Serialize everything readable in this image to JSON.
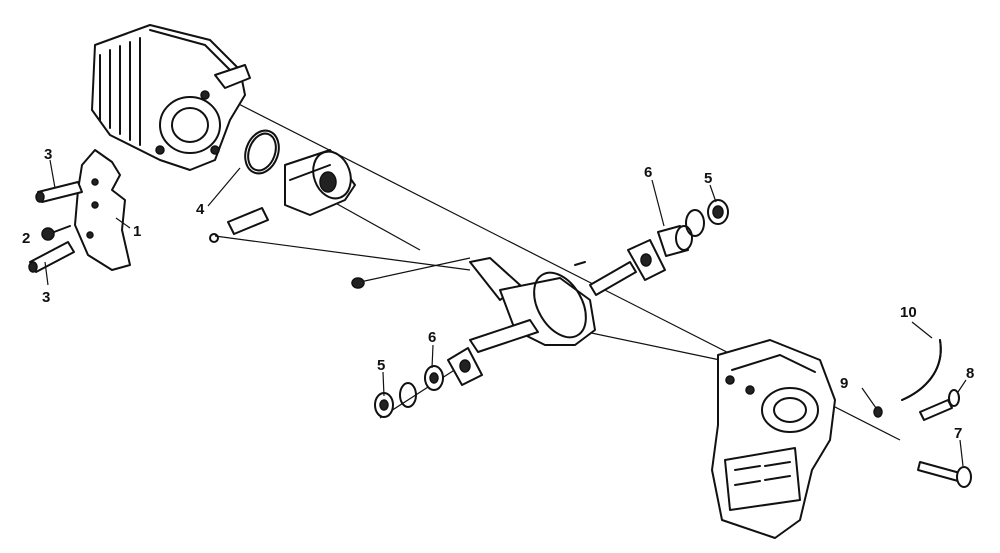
{
  "diagram": {
    "callouts": [
      {
        "id": "lbl-1",
        "text": "1"
      },
      {
        "id": "lbl-2",
        "text": "2"
      },
      {
        "id": "lbl-3a",
        "text": "3"
      },
      {
        "id": "lbl-3b",
        "text": "3"
      },
      {
        "id": "lbl-4",
        "text": "4"
      },
      {
        "id": "lbl-5a",
        "text": "5"
      },
      {
        "id": "lbl-5b",
        "text": "5"
      },
      {
        "id": "lbl-6a",
        "text": "6"
      },
      {
        "id": "lbl-6b",
        "text": "6"
      },
      {
        "id": "lbl-7",
        "text": "7"
      },
      {
        "id": "lbl-8",
        "text": "8"
      },
      {
        "id": "lbl-9",
        "text": "9"
      },
      {
        "id": "lbl-10",
        "text": "10"
      }
    ]
  }
}
